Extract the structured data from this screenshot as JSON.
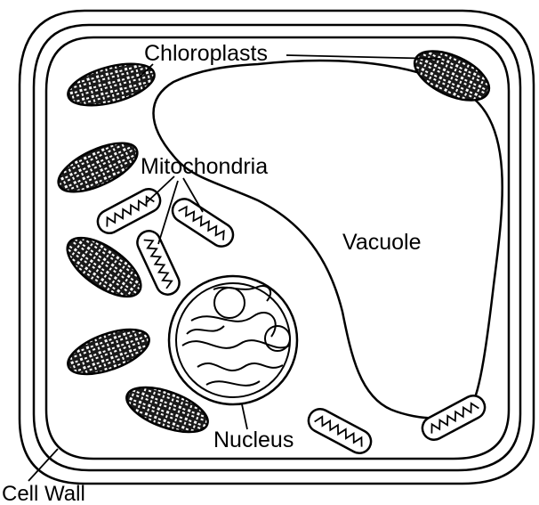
{
  "diagram": {
    "labels": {
      "chloroplasts": "Chloroplasts",
      "mitochondria": "Mitochondria",
      "vacuole": "Vacuole",
      "nucleus": "Nucleus",
      "cell_wall": "Cell Wall"
    },
    "colors": {
      "ink": "#000000",
      "background": "#ffffff",
      "chloroplast_fill": "#1a1a1a"
    }
  }
}
